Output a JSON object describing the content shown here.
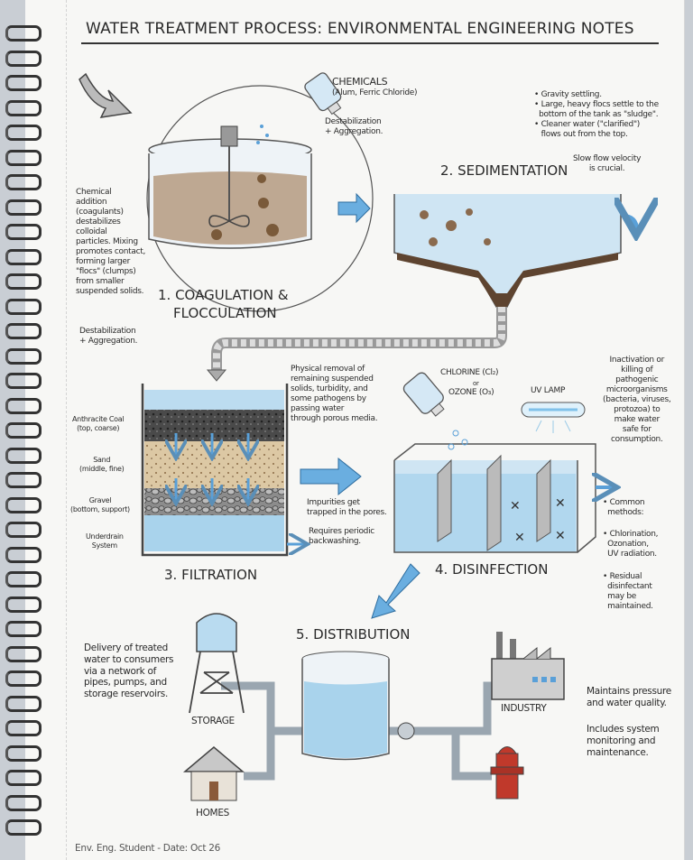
{
  "title": "WATER TREATMENT PROCESS: ENVIRONMENTAL ENGINEERING NOTES",
  "coagulation": {
    "heading_line1": "1. COAGULATION &",
    "heading_line2": "FLOCCULATION",
    "chemicals_label": "CHEMICALS",
    "chemicals_detail": "(Alum, Ferric Chloride)",
    "destab_note": "Destabilization\n+ Aggregation.",
    "side_note": "Chemical\naddition\n(coagulants)\ndestabilizes\ncolloidal\nparticles. Mixing\npromotes contact,\nforming larger\n\"flocs\" (clumps)\nfrom smaller\nsuspended solids.",
    "side_note_2": "Destabilization\n+ Aggregation."
  },
  "sedimentation": {
    "heading": "2. SEDIMENTATION",
    "bullets": "• Gravity settling.\n• Large, heavy flocs settle to the\n  bottom of the tank as \"sludge\".\n• Cleaner water (\"clarified\")\n   flows out from the top.",
    "velocity_note": "Slow flow velocity\nis crucial."
  },
  "filtration": {
    "heading": "3. FILTRATION",
    "layers": [
      {
        "label": "Anthracite Coal",
        "detail": "(top, coarse)"
      },
      {
        "label": "Sand",
        "detail": "(middle, fine)"
      },
      {
        "label": "Gravel",
        "detail": "(bottom, support)"
      },
      {
        "label": "Underdrain",
        "detail": "System"
      }
    ],
    "description": "Physical removal of\nremaining suspended\nsolids, turbidity, and\nsome pathogens by\npassing water\nthrough porous media.",
    "impurities_note": "Impurities get\ntrapped in the pores.",
    "backwash_note": "Requires periodic\nbackwashing."
  },
  "disinfection": {
    "heading": "4. DISINFECTION",
    "chlorine_label": "CHLORINE (Cl₂)",
    "or_label": "or",
    "ozone_label": "OZONE (O₃)",
    "uv_label": "UV LAMP",
    "description": "Inactivation or\nkilling of\npathogenic\nmicroorganisms\n(bacteria, viruses,\nprotozoa) to\nmake water\nsafe for\nconsumption.",
    "bullets": [
      "• Common\n  methods:",
      "• Chlorination,\n  Ozonation,\n  UV radiation.",
      "• Residual\n  disinfectant\n  may be\n  maintained."
    ]
  },
  "distribution": {
    "heading": "5. DISTRIBUTION",
    "description": "Delivery of treated\nwater to consumers\nvia a network of\npipes, pumps, and\nstorage reservoirs.",
    "storage_label": "STORAGE",
    "homes_label": "HOMES",
    "industry_label": "INDUSTRY",
    "pressure_note": "Maintains pressure\nand water quality.",
    "monitoring_note": "Includes system\nmonitoring and\nmaintenance."
  },
  "footer": "Env. Eng. Student - Date: Oct 26",
  "colors": {
    "water": "#a9d3ec",
    "arrow": "#5aa0d8",
    "sludge": "#8a6a4e",
    "ink": "#2a2a2a",
    "paper": "#f7f7f5"
  }
}
